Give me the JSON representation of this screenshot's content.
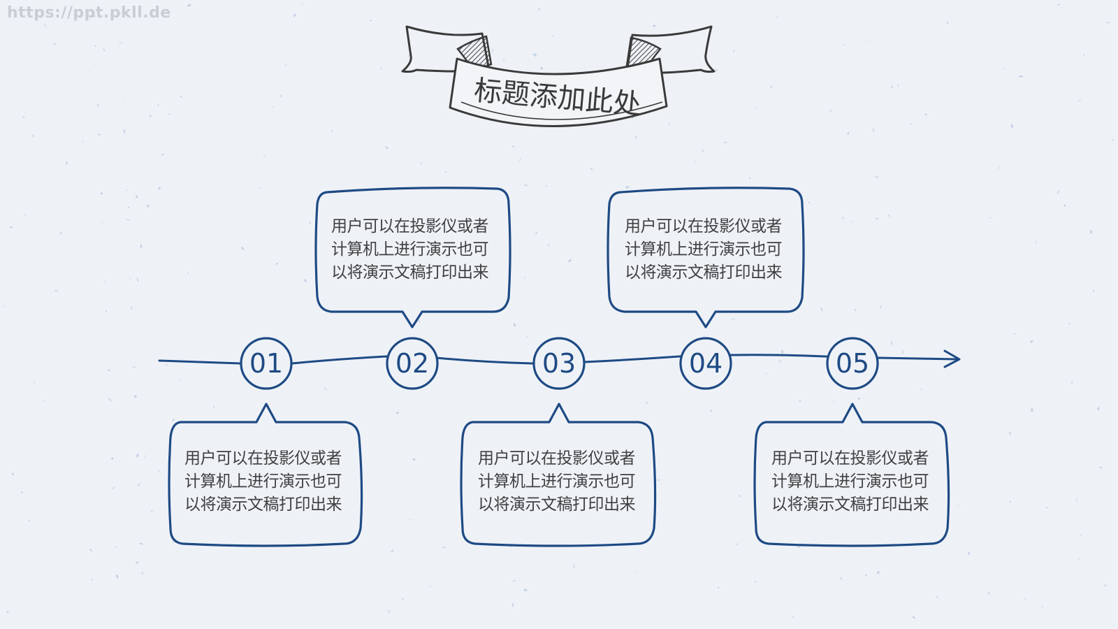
{
  "watermark": "https://ppt.pkll.de",
  "title": "标题添加此处",
  "colors": {
    "background": "#eef2f7",
    "line": "#1e4a84",
    "text": "#3f3f3f"
  },
  "steps": [
    {
      "number": "01",
      "lines": [
        "用户可以在投影仪或者",
        "计算机上进行演示也可",
        "以将演示文稿打印出来"
      ]
    },
    {
      "number": "02",
      "lines": [
        "用户可以在投影仪或者",
        "计算机上进行演示也可",
        "以将演示文稿打印出来"
      ]
    },
    {
      "number": "03",
      "lines": [
        "用户可以在投影仪或者",
        "计算机上进行演示也可",
        "以将演示文稿打印出来"
      ]
    },
    {
      "number": "04",
      "lines": [
        "用户可以在投影仪或者",
        "计算机上进行演示也可",
        "以将演示文稿打印出来"
      ]
    },
    {
      "number": "05",
      "lines": [
        "用户可以在投影仪或者",
        "计算机上进行演示也可",
        "以将演示文稿打印出来"
      ]
    }
  ]
}
